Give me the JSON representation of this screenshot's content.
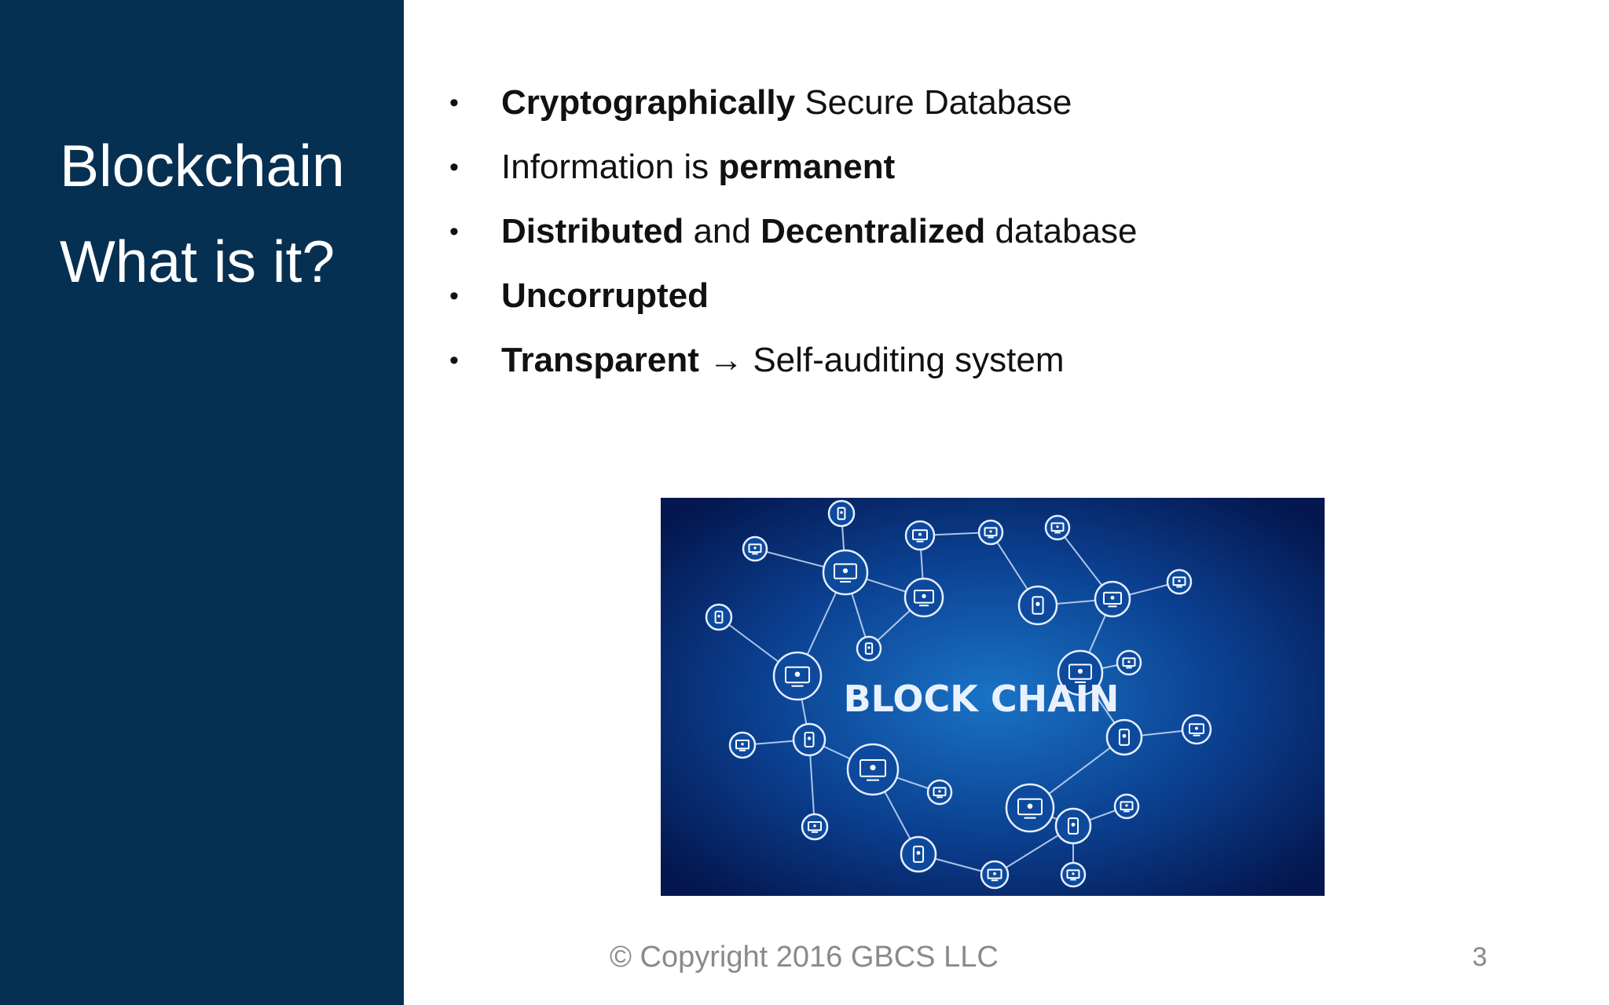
{
  "slide": {
    "title_line_1": "Blockchain",
    "title_line_2": "What is it?",
    "bullet_symbol": "•",
    "bullets": [
      {
        "segments": [
          {
            "text": "Cryptographically",
            "bold": true
          },
          {
            "text": " Secure Database",
            "bold": false
          }
        ]
      },
      {
        "segments": [
          {
            "text": "Information is ",
            "bold": false
          },
          {
            "text": "permanent",
            "bold": true
          }
        ]
      },
      {
        "segments": [
          {
            "text": "Distributed",
            "bold": true
          },
          {
            "text": " and ",
            "bold": false
          },
          {
            "text": "Decentralized",
            "bold": true
          },
          {
            "text": " database",
            "bold": false
          }
        ]
      },
      {
        "segments": [
          {
            "text": "Uncorrupted",
            "bold": true
          }
        ]
      },
      {
        "segments": [
          {
            "text": "Transparent",
            "bold": true
          },
          {
            "text": " → Self-auditing system",
            "bold": false
          }
        ]
      }
    ],
    "image_caption": "BLOCK CHAIN",
    "footer_copyright": "© Copyright 2016 GBCS LLC",
    "page_number": "3"
  },
  "colors": {
    "sidebar": "#063052",
    "image_background_center": "#1565b8",
    "image_background_edge": "#04174f",
    "footer_text": "#8a8a8a"
  }
}
